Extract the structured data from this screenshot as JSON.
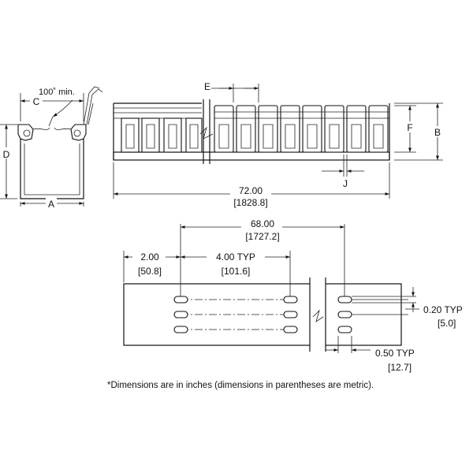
{
  "labels": {
    "angle": "100˚ min.",
    "c": "C",
    "d": "D",
    "a": "A",
    "e": "E",
    "f": "F",
    "b": "B",
    "j": "J"
  },
  "dims": {
    "length": "72.00",
    "length_metric": "[1828.8]",
    "span": "68.00",
    "span_metric": "[1727.2]",
    "end": "2.00",
    "end_metric": "[50.8]",
    "pitch": "4.00 TYP",
    "pitch_metric": "[101.6]",
    "hole_w": "0.20 TYP",
    "hole_w_metric": "[5.0]",
    "hole_l": "0.50 TYP",
    "hole_l_metric": "[12.7]"
  },
  "footnote": "*Dimensions are in inches (dimensions in parentheses are metric)."
}
